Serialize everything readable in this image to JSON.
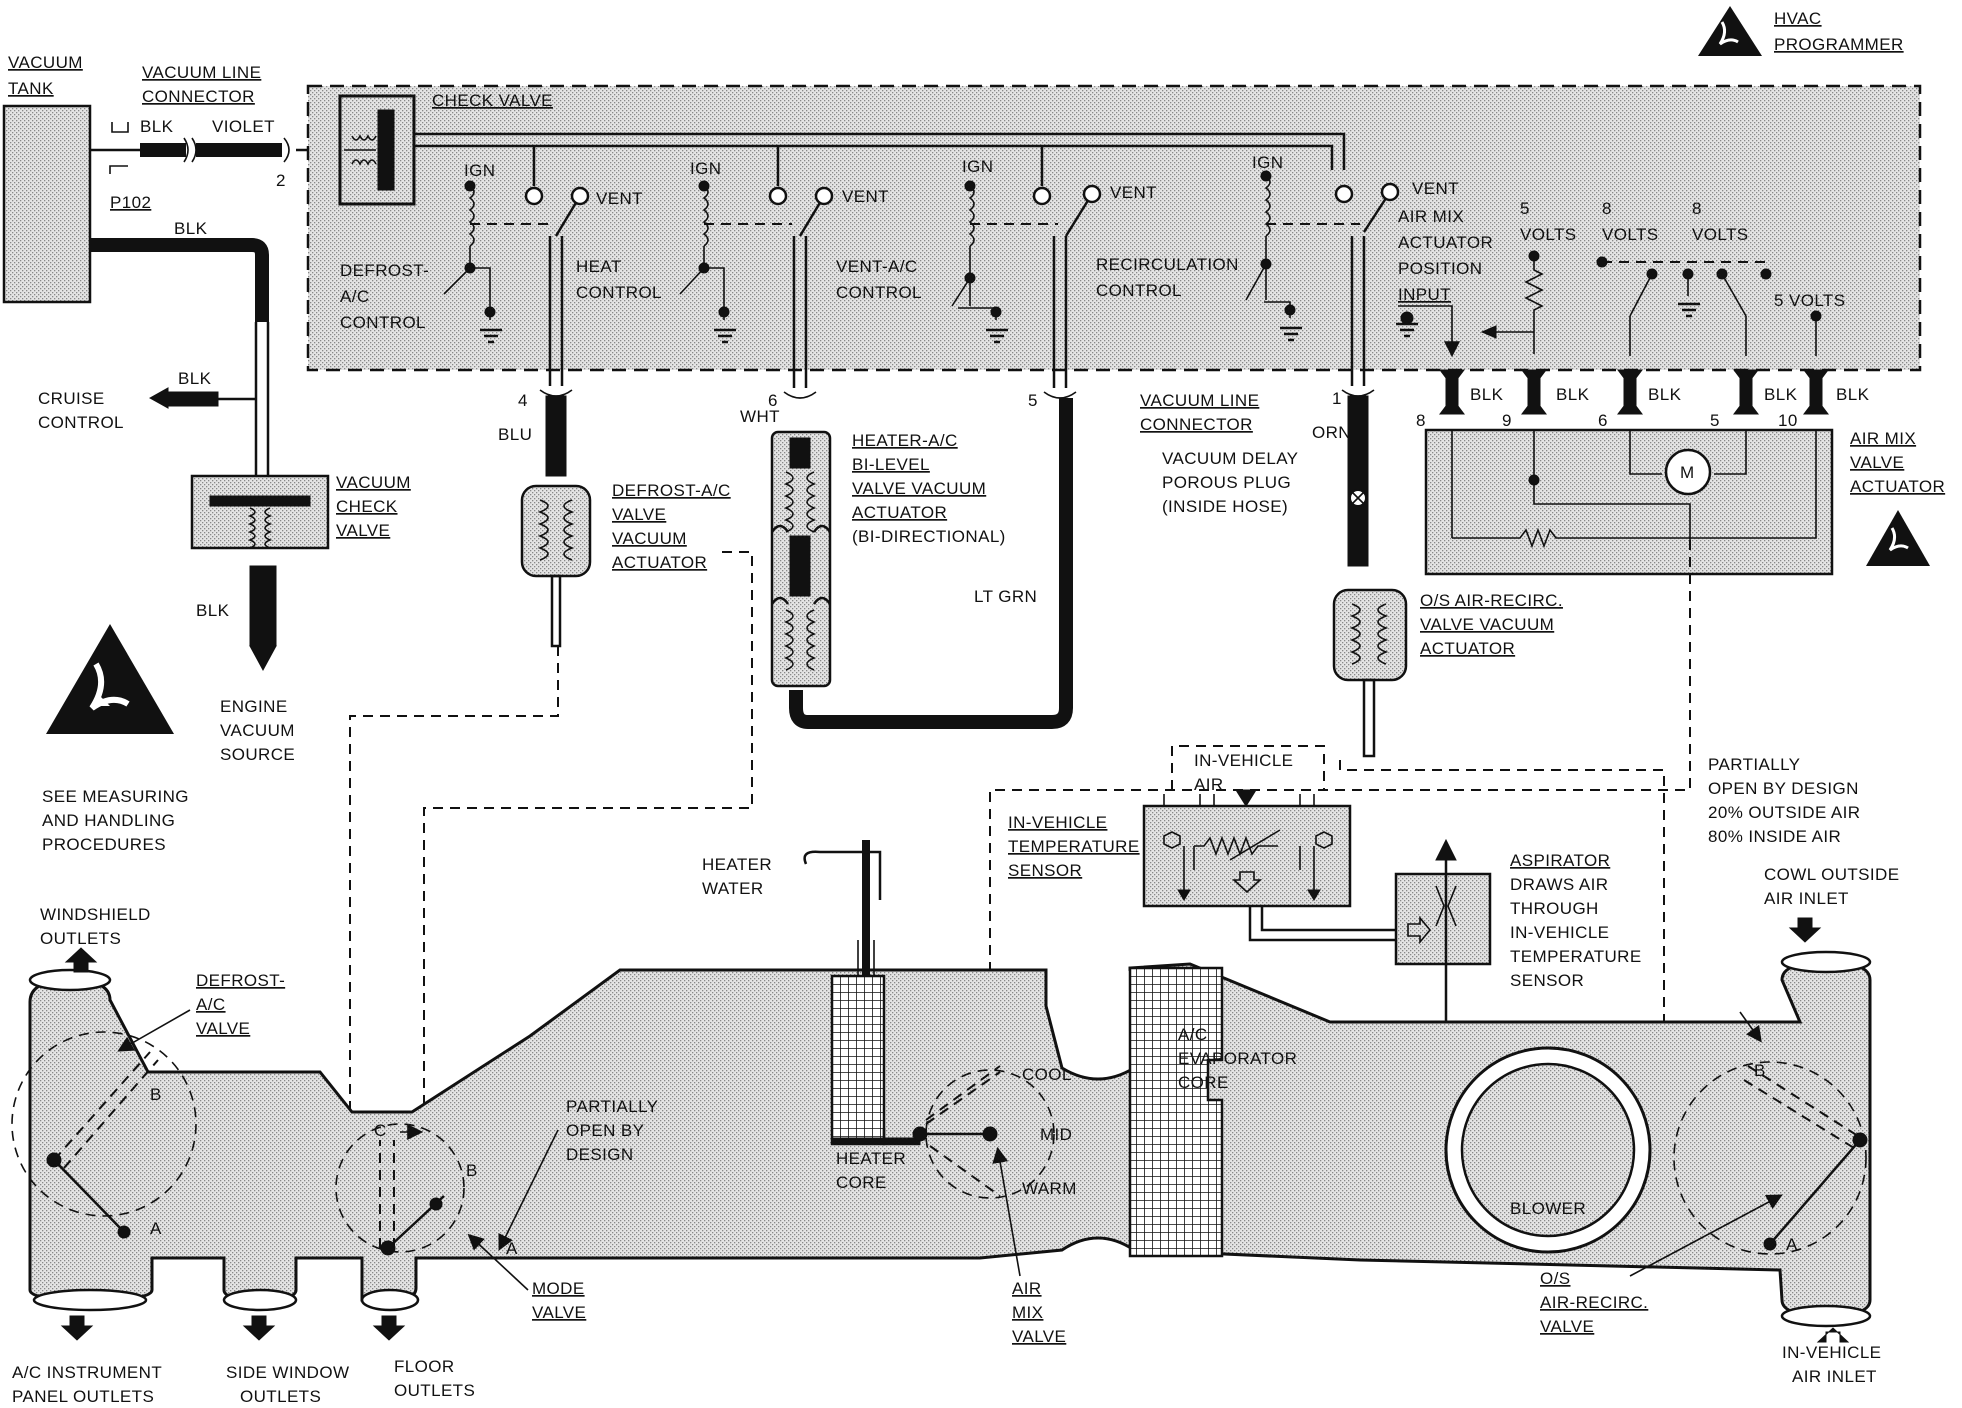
{
  "labels": {
    "vacuum_tank": [
      "VACUUM",
      "TANK"
    ],
    "vacuum_line_connector_top": [
      "VACUUM LINE",
      "CONNECTOR"
    ],
    "blk_top": "BLK",
    "violet": "VIOLET",
    "pin_2": "2",
    "p102": "P102",
    "blk_engine_line": "BLK",
    "cruise_control": [
      "CRUISE",
      "CONTROL"
    ],
    "blk_cruise": "BLK",
    "vacuum_check_valve": [
      "VACUUM",
      "CHECK",
      "VALVE"
    ],
    "blk_lower": "BLK",
    "engine_vacuum_source": [
      "ENGINE",
      "VACUUM",
      "SOURCE"
    ],
    "see_measuring": [
      "SEE MEASURING",
      "AND HANDLING",
      "PROCEDURES"
    ],
    "hvac_programmer": [
      "HVAC",
      "PROGRAMMER"
    ],
    "check_valve": "CHECK VALVE",
    "ign": "IGN",
    "vent": "VENT",
    "defrost_ac_control": [
      "DEFROST-",
      "A/C",
      "CONTROL"
    ],
    "heat_control": [
      "HEAT",
      "CONTROL"
    ],
    "vent_ac_control": [
      "VENT-A/C",
      "CONTROL"
    ],
    "recirculation_control": [
      "RECIRCULATION",
      "CONTROL"
    ],
    "air_mix_actuator": [
      "AIR MIX",
      "ACTUATOR",
      "POSITION",
      "INPUT"
    ],
    "five_volts": [
      "5",
      "VOLTS"
    ],
    "eight_volts_a": [
      "8",
      "VOLTS"
    ],
    "eight_volts_b": [
      "8",
      "VOLTS"
    ],
    "five_volts_right": "5 VOLTS",
    "pin_4": "4",
    "blu": "BLU",
    "pin_6": "6",
    "wht": "WHT",
    "pin_5": "5",
    "pin_1": "1",
    "orn": "ORN",
    "lt_grn": "LT GRN",
    "vacuum_line_connector_mid": [
      "VACUUM LINE",
      "CONNECTOR"
    ],
    "vacuum_delay": [
      "VACUUM DELAY",
      "POROUS PLUG",
      "(INSIDE HOSE)"
    ],
    "defrost_valve_actuator": [
      "DEFROST-A/C",
      "VALVE",
      "VACUUM",
      "ACTUATOR"
    ],
    "heater_bilevel": [
      "HEATER-A/C",
      "BI-LEVEL",
      "VALVE VACUUM",
      "ACTUATOR",
      "(BI-DIRECTIONAL)"
    ],
    "os_air_recirc_actuator": [
      "O/S AIR-RECIRC.",
      "VALVE VACUUM",
      "ACTUATOR"
    ],
    "connector_pins": [
      "8",
      "9",
      "6",
      "5",
      "10"
    ],
    "blk": "BLK",
    "motor": "M",
    "air_mix_valve_actuator": [
      "AIR MIX",
      "VALVE",
      "ACTUATOR"
    ],
    "in_vehicle_air": [
      "IN-VEHICLE",
      "AIR"
    ],
    "in_vehicle_temp_sensor": [
      "IN-VEHICLE",
      "TEMPERATURE",
      "SENSOR"
    ],
    "aspirator": [
      "ASPIRATOR",
      "DRAWS AIR",
      "THROUGH",
      "IN-VEHICLE",
      "TEMPERATURE",
      "SENSOR"
    ],
    "partially_open_top": [
      "PARTIALLY",
      "OPEN BY DESIGN",
      "20% OUTSIDE AIR",
      "80% INSIDE AIR"
    ],
    "cowl_outside": [
      "COWL OUTSIDE",
      "AIR INLET"
    ],
    "heater_water": [
      "HEATER",
      "WATER"
    ],
    "windshield_outlets": [
      "WINDSHIELD",
      "OUTLETS"
    ],
    "defrost_ac_valve": [
      "DEFROST-",
      "A/C",
      "VALVE"
    ],
    "partially_open_mode": [
      "PARTIALLY",
      "OPEN BY",
      "DESIGN"
    ],
    "letter_a": "A",
    "letter_b": "B",
    "letter_c": "C",
    "cool": "COOL",
    "mid": "MID",
    "warm": "WARM",
    "heater_core": [
      "HEATER",
      "CORE"
    ],
    "ac_evaporator_core": [
      "A/C",
      "EVAPORATOR",
      "CORE"
    ],
    "blower": "BLOWER",
    "mode_valve": [
      "MODE",
      "VALVE"
    ],
    "air_mix_valve": [
      "AIR",
      "MIX",
      "VALVE"
    ],
    "os_air_recirc_valve": [
      "O/S",
      "AIR-RECIRC.",
      "VALVE"
    ],
    "in_vehicle_air_inlet": [
      "IN-VEHICLE",
      "AIR INLET"
    ],
    "ac_instrument_panel": [
      "A/C INSTRUMENT",
      "PANEL OUTLETS"
    ],
    "side_window_outlets": [
      "SIDE WINDOW",
      "OUTLETS"
    ],
    "floor_outlets": [
      "FLOOR",
      "OUTLETS"
    ]
  },
  "icons": [
    "esd-warning-icon",
    "motor-icon",
    "ground-icon",
    "arrow-icon"
  ],
  "colors": {
    "ink": "#111111",
    "background": "#ffffff",
    "stipple": "#c8c8c8"
  }
}
